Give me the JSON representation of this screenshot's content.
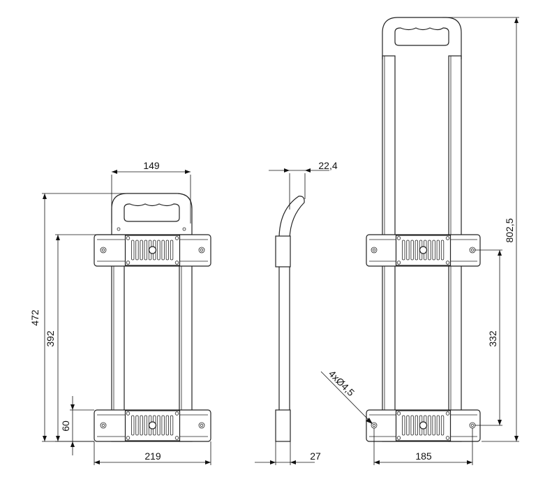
{
  "dimensions": {
    "front_handle_width": "149",
    "front_total_height": "472",
    "front_bracket_distance": "392",
    "front_bottom_height": "60",
    "front_bracket_width": "219",
    "side_handle_offset": "22,4",
    "side_depth": "27",
    "extended_total_height": "802,5",
    "hole_spacing_vertical": "332",
    "hole_spacing_horizontal": "185",
    "hole_callout": "4xØ4,5"
  },
  "colors": {
    "line": "#222222",
    "background": "#ffffff"
  }
}
